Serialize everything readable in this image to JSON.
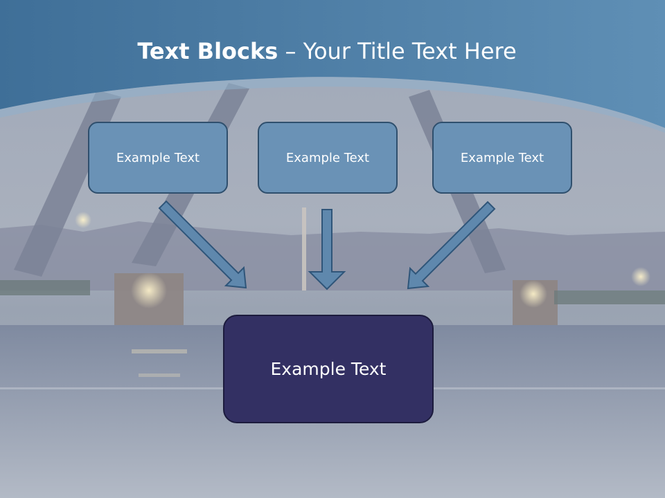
{
  "slide": {
    "title_bold": "Text Blocks",
    "title_separator": " – ",
    "title_rest": "Your Title Text Here",
    "top_boxes": [
      {
        "label": "Example Text"
      },
      {
        "label": "Example Text"
      },
      {
        "label": "Example Text"
      }
    ],
    "bottom_box": {
      "label": "Example Text"
    }
  },
  "colors": {
    "header_band": "#4d7ea6",
    "top_box_fill": "#6a92b6",
    "bottom_box_fill": "#333063",
    "arrow_fill": "#5f88ad"
  }
}
